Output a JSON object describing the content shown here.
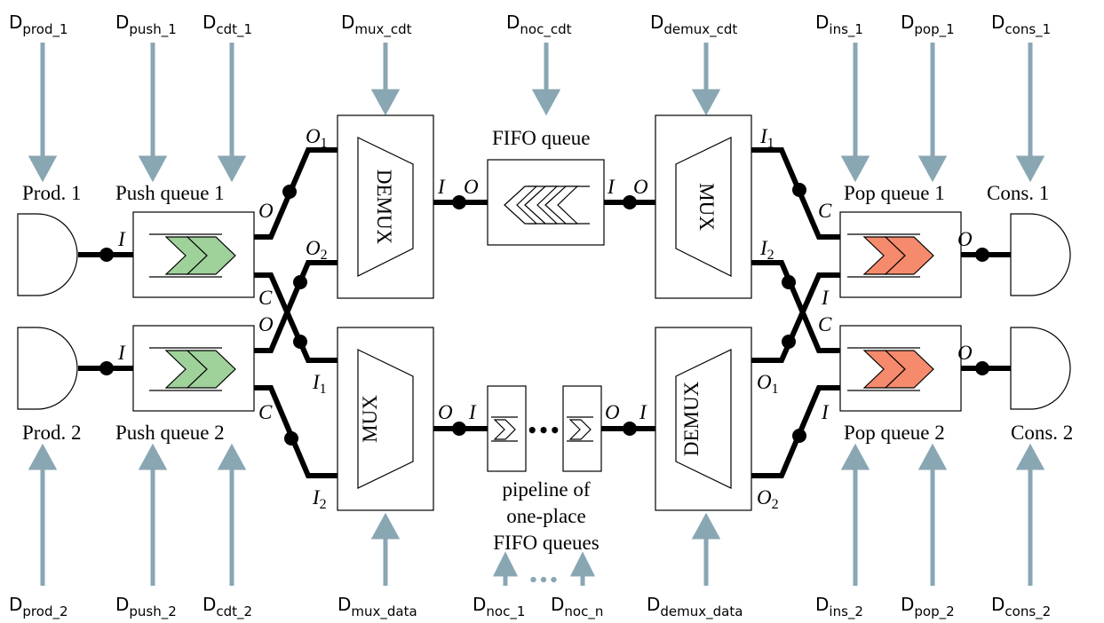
{
  "components": {
    "prod1": "Prod. 1",
    "prod2": "Prod. 2",
    "push1": "Push queue 1",
    "push2": "Push queue 2",
    "demux_top": "DEMUX",
    "mux_bottom": "MUX",
    "fifo": "FIFO queue",
    "mux_top": "MUX",
    "demux_bottom": "DEMUX",
    "pop1": "Pop queue 1",
    "pop2": "Pop queue 2",
    "cons1": "Cons. 1",
    "cons2": "Cons. 2",
    "pipeline_line1": "pipeline of",
    "pipeline_line2": "one-place",
    "pipeline_line3": "FIFO queues",
    "ellipsis": "•••"
  },
  "ports": {
    "I": "I",
    "O": "O",
    "C": "C",
    "O1": "O",
    "O2": "O",
    "I1": "I",
    "I2": "I",
    "sub1": "1",
    "sub2": "2"
  },
  "delays_top": [
    {
      "main": "D",
      "sub": "prod_1"
    },
    {
      "main": "D",
      "sub": "push_1"
    },
    {
      "main": "D",
      "sub": "cdt_1"
    },
    {
      "main": "D",
      "sub": "mux_cdt"
    },
    {
      "main": "D",
      "sub": "noc_cdt"
    },
    {
      "main": "D",
      "sub": "demux_cdt"
    },
    {
      "main": "D",
      "sub": "ins_1"
    },
    {
      "main": "D",
      "sub": "pop_1"
    },
    {
      "main": "D",
      "sub": "cons_1"
    }
  ],
  "delays_bottom": [
    {
      "main": "D",
      "sub": "prod_2"
    },
    {
      "main": "D",
      "sub": "push_2"
    },
    {
      "main": "D",
      "sub": "cdt_2"
    },
    {
      "main": "D",
      "sub": "mux_data"
    },
    {
      "main": "D",
      "sub": "noc_1"
    },
    {
      "main": "D",
      "sub": "noc_n"
    },
    {
      "main": "D",
      "sub": "demux_data"
    },
    {
      "main": "D",
      "sub": "ins_2"
    },
    {
      "main": "D",
      "sub": "pop_2"
    },
    {
      "main": "D",
      "sub": "cons_2"
    }
  ],
  "colors": {
    "delay_arrow": "#89a6b3",
    "push_chevron": "#9fd19a",
    "pop_chevron": "#f58a6c",
    "wire": "#000000"
  }
}
